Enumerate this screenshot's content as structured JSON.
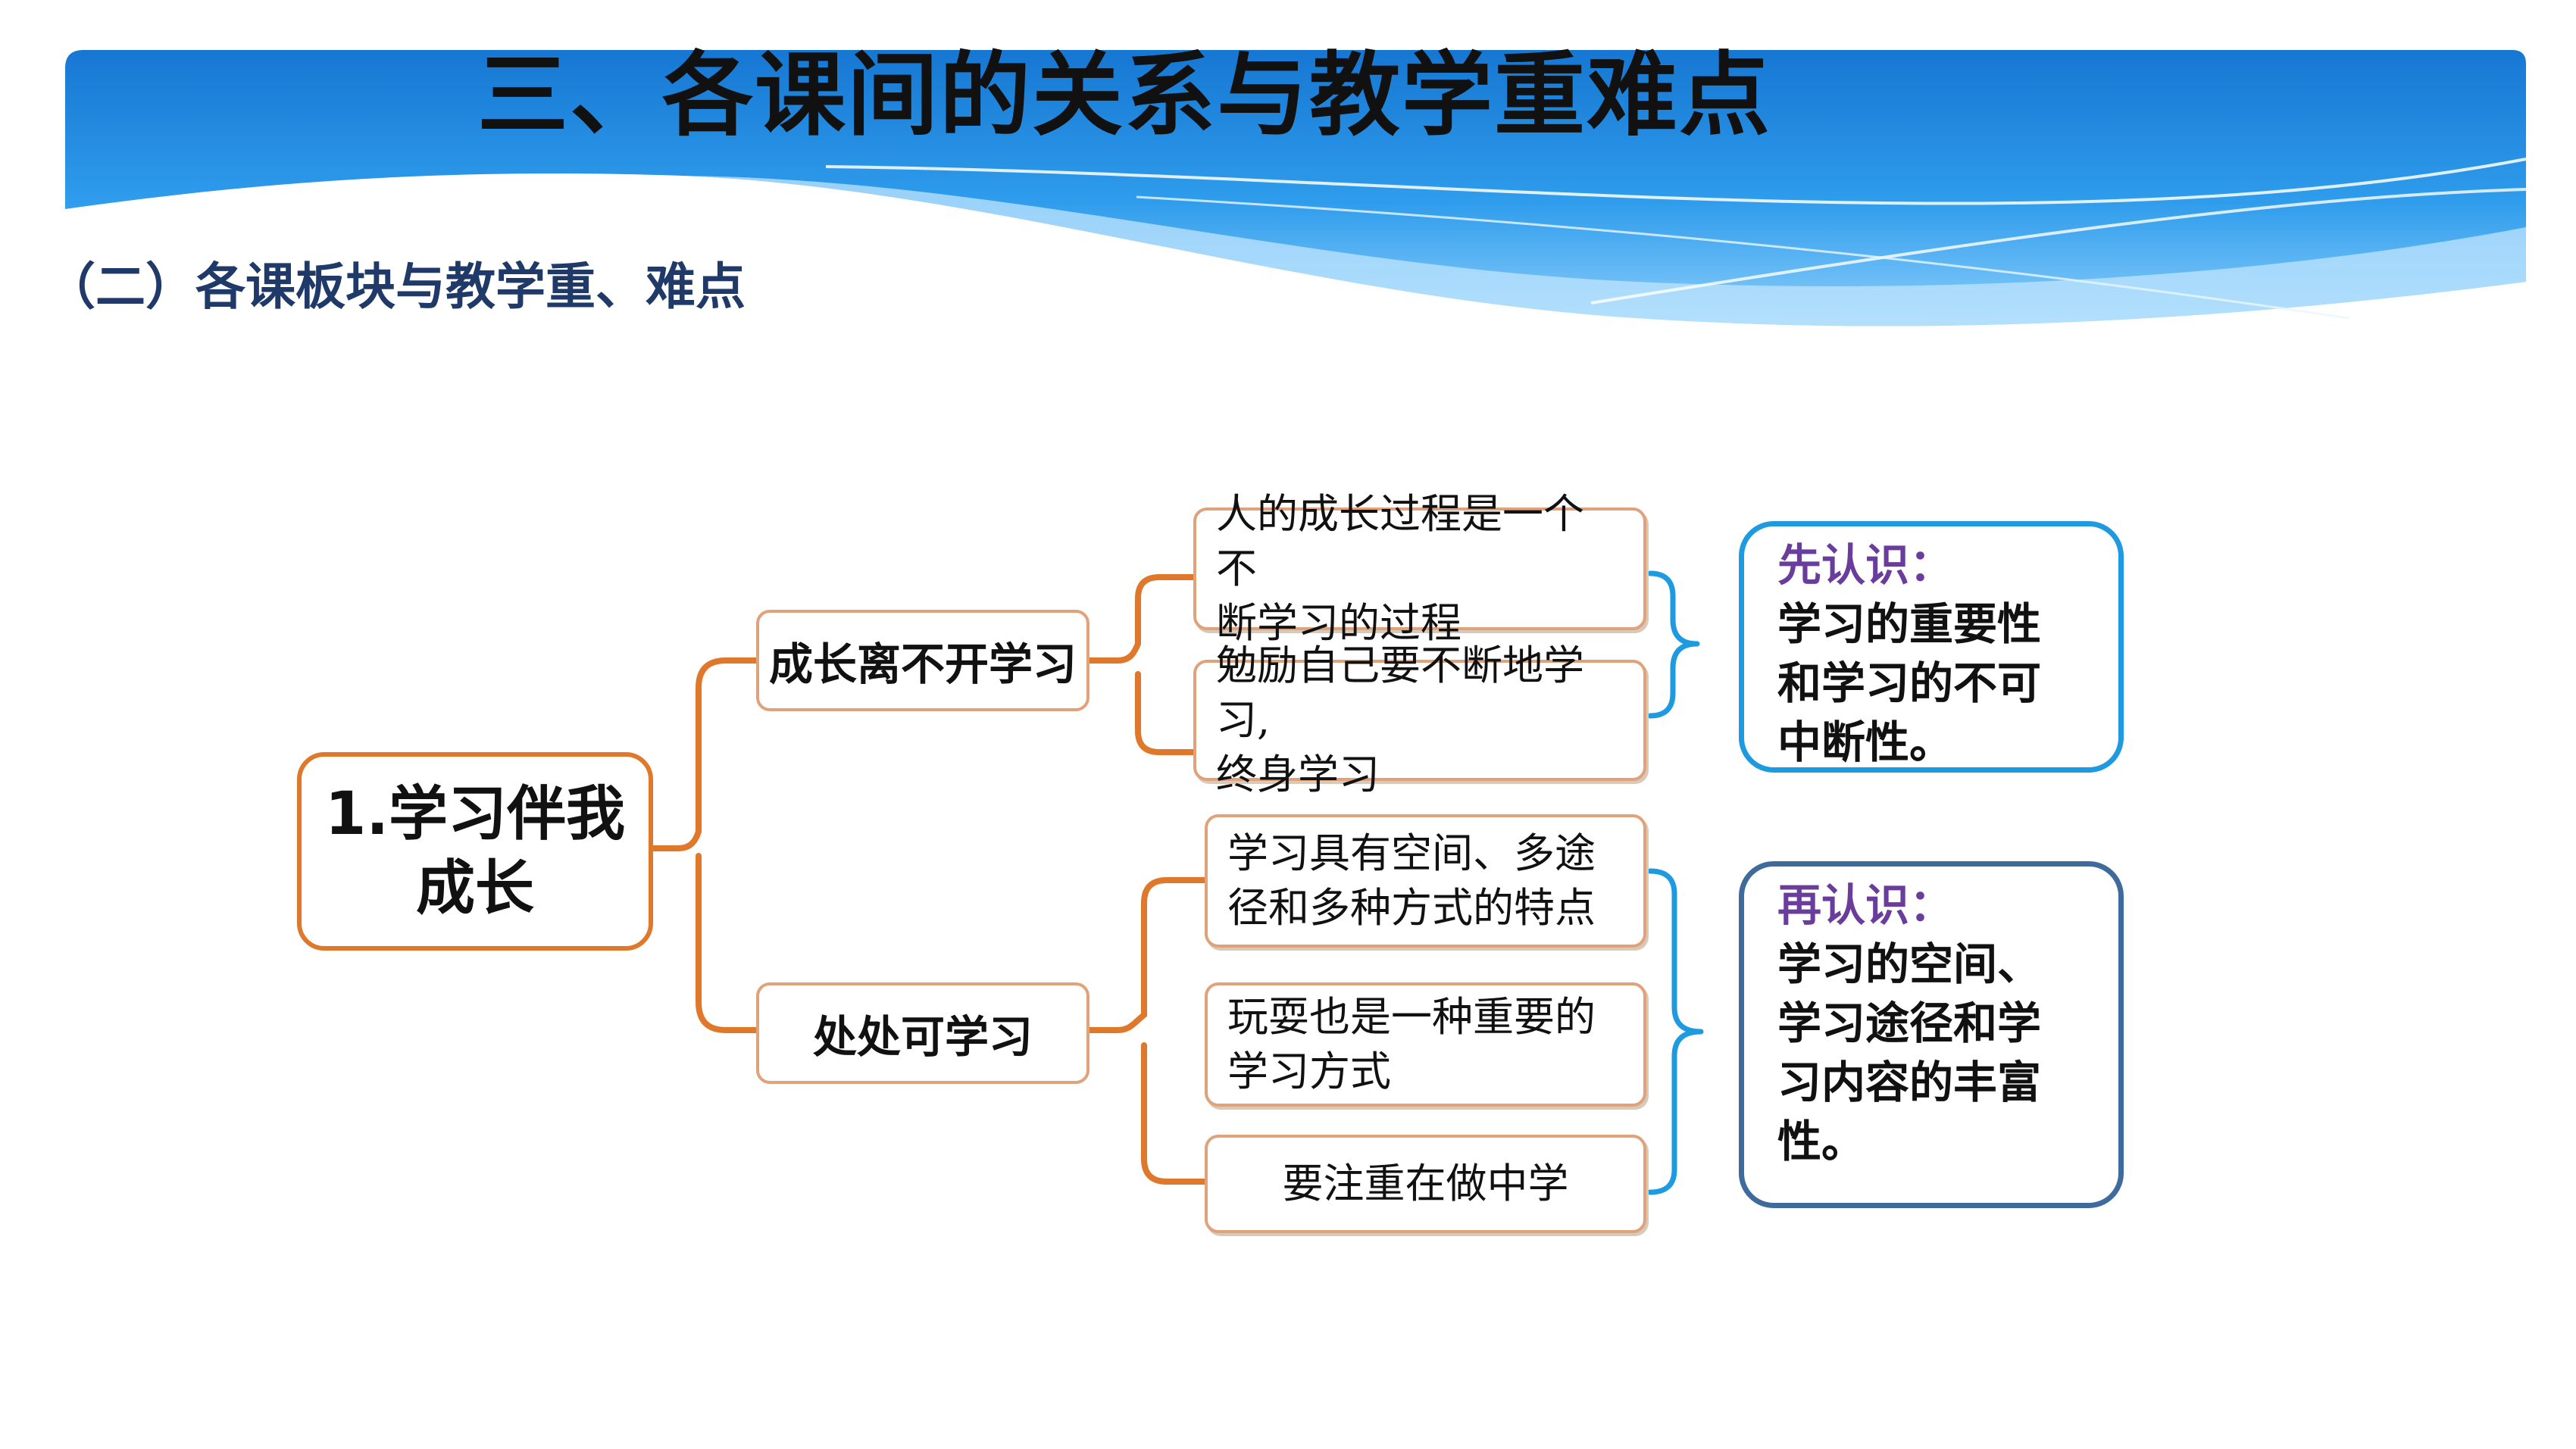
{
  "title": "三、各课间的关系与教学重难点",
  "subtitle": "（二）各课板块与教学重、难点",
  "colors": {
    "banner": "#1e88e5",
    "connector": "#e0782c",
    "bracket": "#1e9ae0",
    "note_head": "#6a3c9c"
  },
  "diagram": {
    "root": {
      "label": "1.学习伴我成长",
      "line1": "1.学习伴我",
      "line2": "成长"
    },
    "branches": [
      {
        "label": "成长离不开学习",
        "items": [
          {
            "line1": "人的成长过程是一个不",
            "line2": "断学习的过程"
          },
          {
            "line1": "勉励自己要不断地学习,",
            "line2": "终身学习"
          }
        ],
        "note": {
          "heading": "先认识：",
          "lines": [
            "学习的重要性",
            "和学习的不可",
            "中断性。"
          ]
        }
      },
      {
        "label": "处处可学习",
        "items": [
          {
            "line1": "学习具有空间、多途",
            "line2": "径和多种方式的特点"
          },
          {
            "line1": "玩耍也是一种重要的",
            "line2": "学习方式"
          },
          {
            "line1": "要注重在做中学",
            "line2": ""
          }
        ],
        "note": {
          "heading": "再认识：",
          "lines": [
            "学习的空间、",
            "学习途径和学",
            "习内容的丰富",
            "性。"
          ]
        }
      }
    ]
  }
}
